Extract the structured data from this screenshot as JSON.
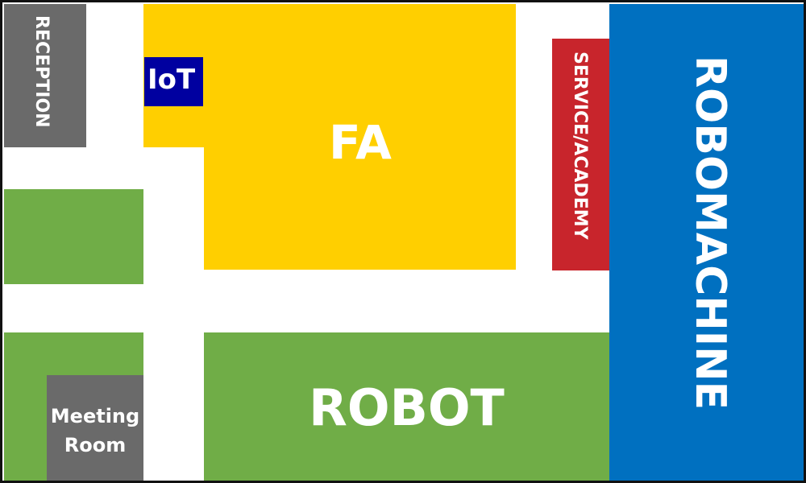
{
  "colors": {
    "fa": "#FFCF00",
    "iot": "#0000A0",
    "service": "#C8252C",
    "robomachine": "#0070C0",
    "robot": "#70AD47",
    "green_area": "#70AD47",
    "gray": "#6A6A6A",
    "corridor": "#FFFFFF",
    "border": "#111111",
    "text": "#FFFFFF"
  },
  "zones": {
    "reception": "RECEPTION",
    "iot": "IoT",
    "fa": "FA",
    "service_academy": "SERVICE/ACADEMY",
    "robomachine": "ROBOMACHINE",
    "robot": "ROBOT",
    "meeting_room_line1": "Meeting",
    "meeting_room_line2": "Room"
  }
}
